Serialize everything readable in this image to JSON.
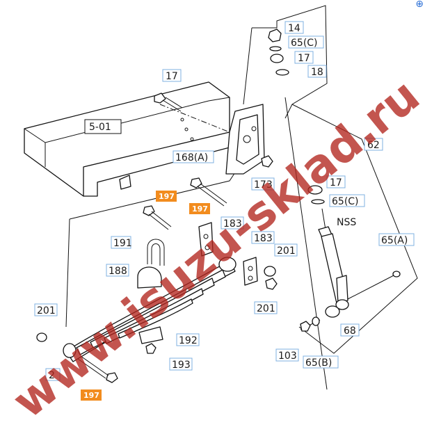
{
  "diagram": {
    "callouts": [
      {
        "id": "c-14",
        "label": "14"
      },
      {
        "id": "c-65c-top",
        "label": "65(C)"
      },
      {
        "id": "c-17-top",
        "label": "17"
      },
      {
        "id": "c-18",
        "label": "18"
      },
      {
        "id": "c-17-bolt",
        "label": "17"
      },
      {
        "id": "c-5-01",
        "label": "5-01"
      },
      {
        "id": "c-168a",
        "label": "168(A)"
      },
      {
        "id": "c-62",
        "label": "62"
      },
      {
        "id": "c-173",
        "label": "173"
      },
      {
        "id": "c-17-mid",
        "label": "17"
      },
      {
        "id": "c-65c-mid",
        "label": "65(C)"
      },
      {
        "id": "c-nss",
        "label": "NSS"
      },
      {
        "id": "c-65a",
        "label": "65(A)"
      },
      {
        "id": "c-183-a",
        "label": "183"
      },
      {
        "id": "c-183-b",
        "label": "183"
      },
      {
        "id": "c-191",
        "label": "191"
      },
      {
        "id": "c-201-right",
        "label": "201"
      },
      {
        "id": "c-188",
        "label": "188"
      },
      {
        "id": "c-201-lower",
        "label": "201"
      },
      {
        "id": "c-201-left",
        "label": "201"
      },
      {
        "id": "c-192",
        "label": "192"
      },
      {
        "id": "c-68",
        "label": "68"
      },
      {
        "id": "c-103",
        "label": "103"
      },
      {
        "id": "c-65b",
        "label": "65(B)"
      },
      {
        "id": "c-193",
        "label": "193"
      },
      {
        "id": "c-2",
        "label": "2"
      }
    ],
    "hotspots": [
      {
        "id": "h-197-a",
        "label": "197"
      },
      {
        "id": "h-197-b",
        "label": "197"
      },
      {
        "id": "h-197-c",
        "label": "197"
      }
    ],
    "watermark": "www.isuzu-sklad.ru",
    "zoom_icon": "zoom-in-icon",
    "colors": {
      "hotspot": "#f28c1e",
      "callout_border": "#7fb0e0",
      "watermark": "#b3261e"
    }
  }
}
